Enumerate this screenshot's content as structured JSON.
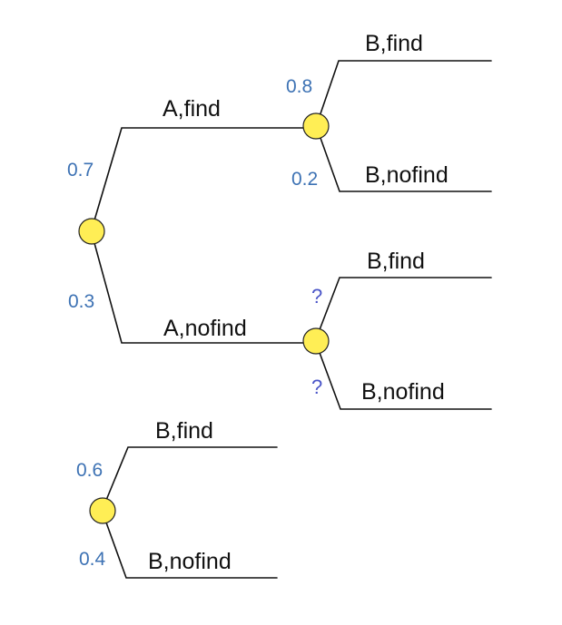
{
  "colors": {
    "line": "#111111",
    "node_fill": "#ffee55",
    "probability": "#3d72b4",
    "unknown_probability": "#4a55c8",
    "label": "#111111"
  },
  "tree_a": {
    "root_branches": {
      "top": {
        "probability": "0.7",
        "outcome": "A,find"
      },
      "bottom": {
        "probability": "0.3",
        "outcome": "A,nofind"
      }
    },
    "after_a_find": {
      "upper": {
        "probability": "0.8",
        "outcome": "B,find"
      },
      "lower": {
        "probability": "0.2",
        "outcome": "B,nofind"
      }
    },
    "after_a_nofind": {
      "upper": {
        "probability": "?",
        "outcome": "B,find"
      },
      "lower": {
        "probability": "?",
        "outcome": "B,nofind"
      }
    }
  },
  "tree_b": {
    "upper": {
      "probability": "0.6",
      "outcome": "B,find"
    },
    "lower": {
      "probability": "0.4",
      "outcome": "B,nofind"
    }
  }
}
